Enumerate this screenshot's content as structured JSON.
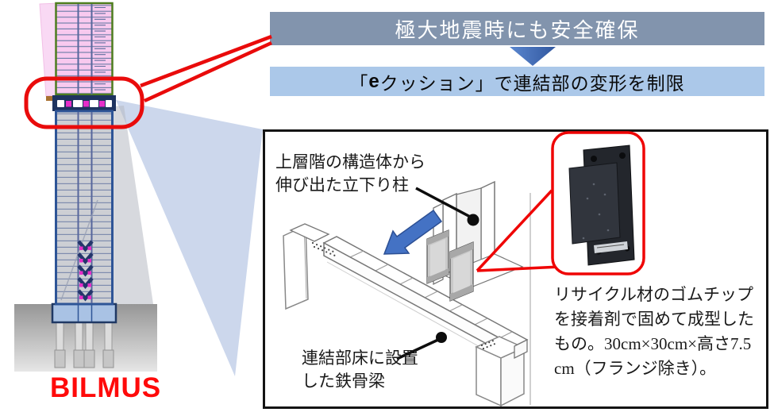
{
  "brand": "BILMUS",
  "banners": {
    "top": "極大地震時にも安全確保",
    "bottom_open": "「",
    "bottom_e": "e",
    "bottom_rest": "クッション」で連結部の変形を制限"
  },
  "detail": {
    "label_drop_column": "上層階の構造体から\n伸び出た立下り柱",
    "label_beam": "連結部床に設置\nした鉄骨梁",
    "description": "リサイクル材のゴムチップ\nを接着剤で固めて成型した\nもの。30cm×30cm×高さ7.5\ncm（フランジ除き）。"
  },
  "icons": {
    "banner_connector": "down-arrow-icon",
    "scene_arrow": "arrow-down-left-icon",
    "leader_marker": "dot-marker-icon"
  },
  "colors": {
    "banner_top_bg": "#8294ad",
    "banner_bottom_bg": "#abc8e9",
    "arrow_blue": "#4472c4",
    "highlight_red": "#e90b0b",
    "upper_tower_pink": "#f8c9ef",
    "upper_tower_border_green": "#4e7d1e",
    "lower_tower_gray": "#cdcfd4",
    "lower_tower_border_blue": "#2e5597",
    "connection_band_navy": "#1e335f",
    "cushion_magenta": "#e62ec8",
    "foundation_slab_blue": "#a9c2e4",
    "projection_fan_blue": "#c7d3ea",
    "brand_red": "#ff0a0a"
  }
}
